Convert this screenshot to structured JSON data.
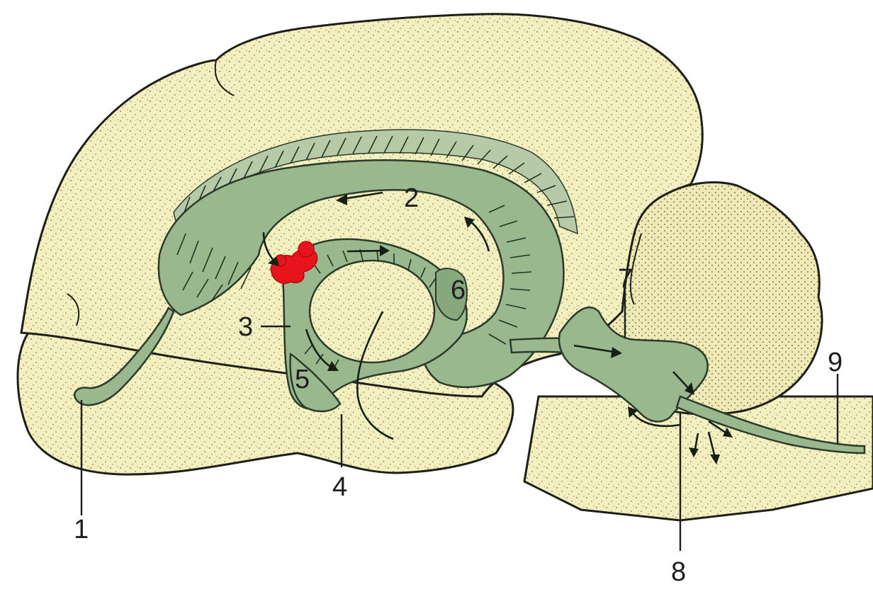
{
  "labels": {
    "n1": "1",
    "n2": "2",
    "n3": "3",
    "n4": "4",
    "n5": "5",
    "n6": "6",
    "n7": "7",
    "n8": "8",
    "n9": "9"
  },
  "colors": {
    "brain_tissue": "#f3efbf",
    "ventricle": "#9ab88e",
    "choroid_plexus": "#e8141c",
    "outline": "#1f1f1a"
  }
}
